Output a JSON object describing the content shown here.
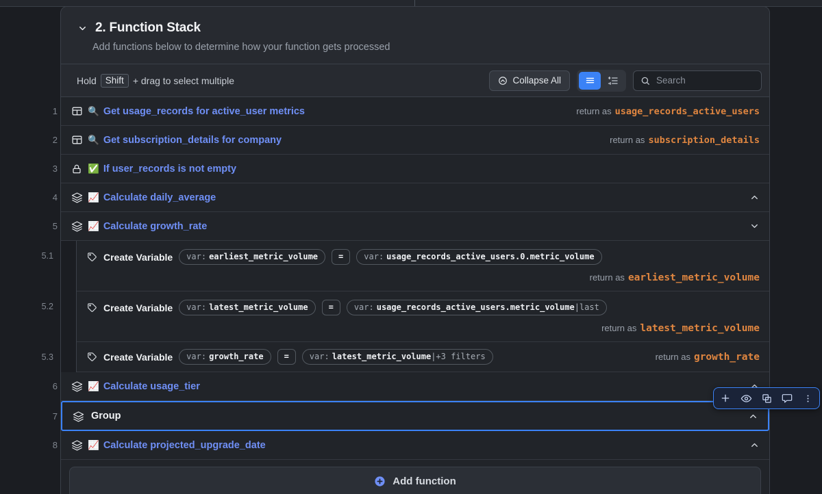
{
  "header": {
    "collapse_chevron_icon": "chevron-down-icon",
    "title": "2. Function Stack",
    "subtitle": "Add functions below to determine how your function gets processed"
  },
  "toolbar": {
    "hold_prefix": "Hold",
    "shift_key": "Shift",
    "hold_suffix": "+ drag to select multiple",
    "collapse_all_label": "Collapse All",
    "collapse_all_icon": "circle-chevron-up-icon",
    "view_list_icon": "list-view-icon",
    "view_detail_icon": "list-settings-icon",
    "search_icon": "search-icon",
    "search_value": "",
    "search_placeholder": "Search"
  },
  "accent": {
    "blue": "#3b82f6",
    "link_blue": "#6f8ff5",
    "orange": "#e08640",
    "green": "#22c55e"
  },
  "rows": [
    {
      "num": "1",
      "icon": "table-icon",
      "emoji": "🔍",
      "label": "Get usage_records for active_user metrics",
      "return_prefix": "return as",
      "return_var": "usage_records_active_users",
      "chevron": ""
    },
    {
      "num": "2",
      "icon": "table-icon",
      "emoji": "🔍",
      "label": "Get subscription_details for company",
      "return_prefix": "return as",
      "return_var": "subscription_details",
      "chevron": ""
    },
    {
      "num": "3",
      "icon": "lock-icon",
      "emoji": "✅",
      "label": "If user_records is not empty",
      "return_prefix": "",
      "return_var": "",
      "chevron": ""
    },
    {
      "num": "4",
      "icon": "layers-icon",
      "emoji": "📈",
      "label": "Calculate daily_average",
      "return_prefix": "",
      "return_var": "",
      "chevron": "chevron-up-icon"
    },
    {
      "num": "5",
      "icon": "layers-icon",
      "emoji": "📈",
      "label": "Calculate growth_rate",
      "return_prefix": "",
      "return_var": "",
      "chevron": "chevron-down-icon"
    }
  ],
  "subrows": [
    {
      "num": "5.1",
      "icon": "tag-icon",
      "label": "Create Variable",
      "target_prefix": "var:",
      "target_value": "earliest_metric_volume",
      "operator": "=",
      "source_prefix": "var:",
      "source_value": "usage_records_active_users.0.metric_volume",
      "source_suffix": "",
      "return_prefix": "return as",
      "return_var": "earliest_metric_volume",
      "inline": false
    },
    {
      "num": "5.2",
      "icon": "tag-icon",
      "label": "Create Variable",
      "target_prefix": "var:",
      "target_value": "latest_metric_volume",
      "operator": "=",
      "source_prefix": "var:",
      "source_value": "usage_records_active_users.metric_volume",
      "source_suffix": "|last",
      "return_prefix": "return as",
      "return_var": "latest_metric_volume",
      "inline": false
    },
    {
      "num": "5.3",
      "icon": "tag-icon",
      "label": "Create Variable",
      "target_prefix": "var:",
      "target_value": "growth_rate",
      "operator": "=",
      "source_prefix": "var:",
      "source_value": "latest_metric_volume",
      "source_suffix": "|+3 filters",
      "return_prefix": "return as",
      "return_var": "growth_rate",
      "inline": true
    }
  ],
  "rows_after": [
    {
      "num": "6",
      "icon": "layers-icon",
      "emoji": "📈",
      "label": "Calculate usage_tier",
      "chevron": "chevron-up-icon",
      "selected": false,
      "plain": false
    },
    {
      "num": "7",
      "icon": "layers-icon",
      "emoji": "",
      "label": "Group",
      "chevron": "chevron-up-icon",
      "selected": true,
      "plain": true
    },
    {
      "num": "8",
      "icon": "layers-icon",
      "emoji": "📈",
      "label": "Calculate projected_upgrade_date",
      "chevron": "chevron-up-icon",
      "selected": false,
      "plain": false
    }
  ],
  "float_toolbar": {
    "add_icon": "plus-icon",
    "preview_icon": "eye-icon",
    "duplicate_icon": "copy-icon",
    "comment_icon": "comment-icon",
    "more_icon": "more-vertical-icon"
  },
  "footer": {
    "add_function_label": "Add function",
    "add_function_icon": "circle-plus-icon"
  }
}
